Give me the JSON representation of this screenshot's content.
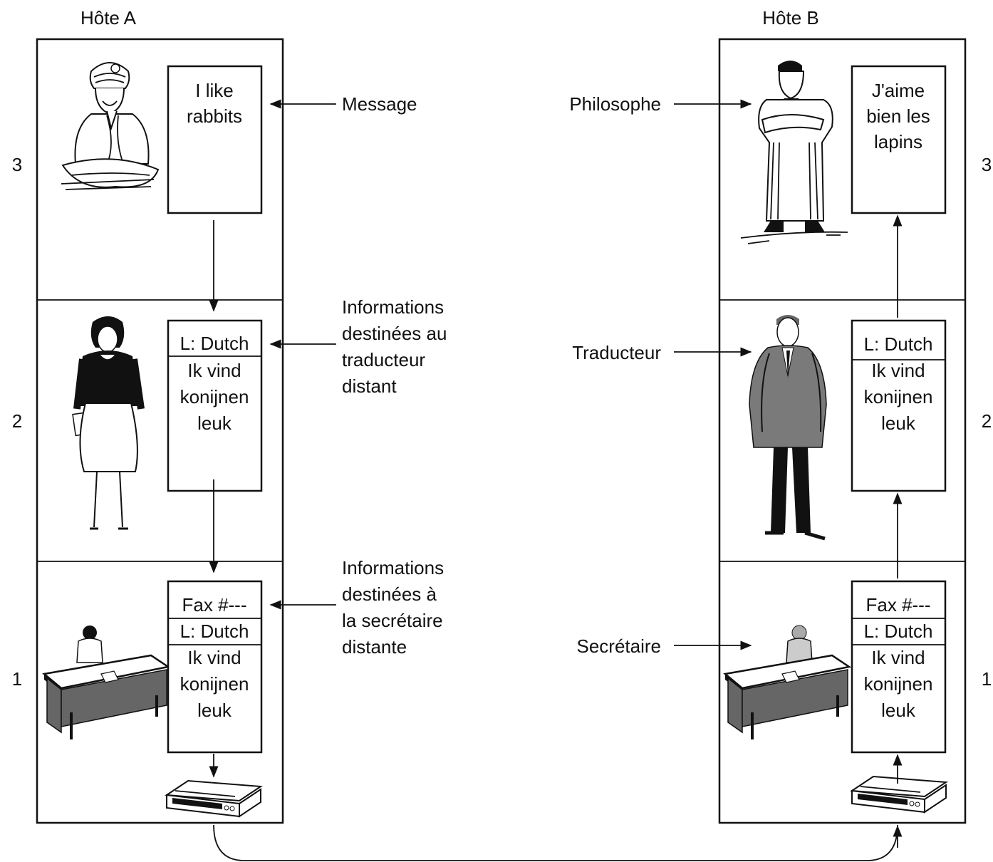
{
  "hosts": {
    "a": {
      "title": "Hôte A"
    },
    "b": {
      "title": "Hôte B"
    }
  },
  "layers": {
    "left": [
      "3",
      "2",
      "1"
    ],
    "right": [
      "3",
      "2",
      "1"
    ]
  },
  "host_a": {
    "layer3": {
      "lines": [
        "I like",
        "rabbits"
      ]
    },
    "layer2": {
      "header": "L: Dutch",
      "lines": [
        "Ik vind",
        "konijnen",
        "leuk"
      ]
    },
    "layer1": {
      "header1": "Fax #---",
      "header2": "L: Dutch",
      "lines": [
        "Ik vind",
        "konijnen",
        "leuk"
      ]
    }
  },
  "host_b": {
    "layer3": {
      "lines": [
        "J'aime",
        "bien les",
        "lapins"
      ]
    },
    "layer2": {
      "header": "L: Dutch",
      "lines": [
        "Ik vind",
        "konijnen",
        "leuk"
      ]
    },
    "layer1": {
      "header1": "Fax #---",
      "header2": "L: Dutch",
      "lines": [
        "Ik vind",
        "konijnen",
        "leuk"
      ]
    }
  },
  "annotations": {
    "message": "Message",
    "info_translator": [
      "Informations",
      "destinées au",
      "traducteur",
      "distant"
    ],
    "info_secretary": [
      "Informations",
      "destinées à",
      "la secrétaire",
      "distante"
    ]
  },
  "roles": {
    "philosopher": "Philosophe",
    "translator": "Traducteur",
    "secretary": "Secrétaire"
  }
}
